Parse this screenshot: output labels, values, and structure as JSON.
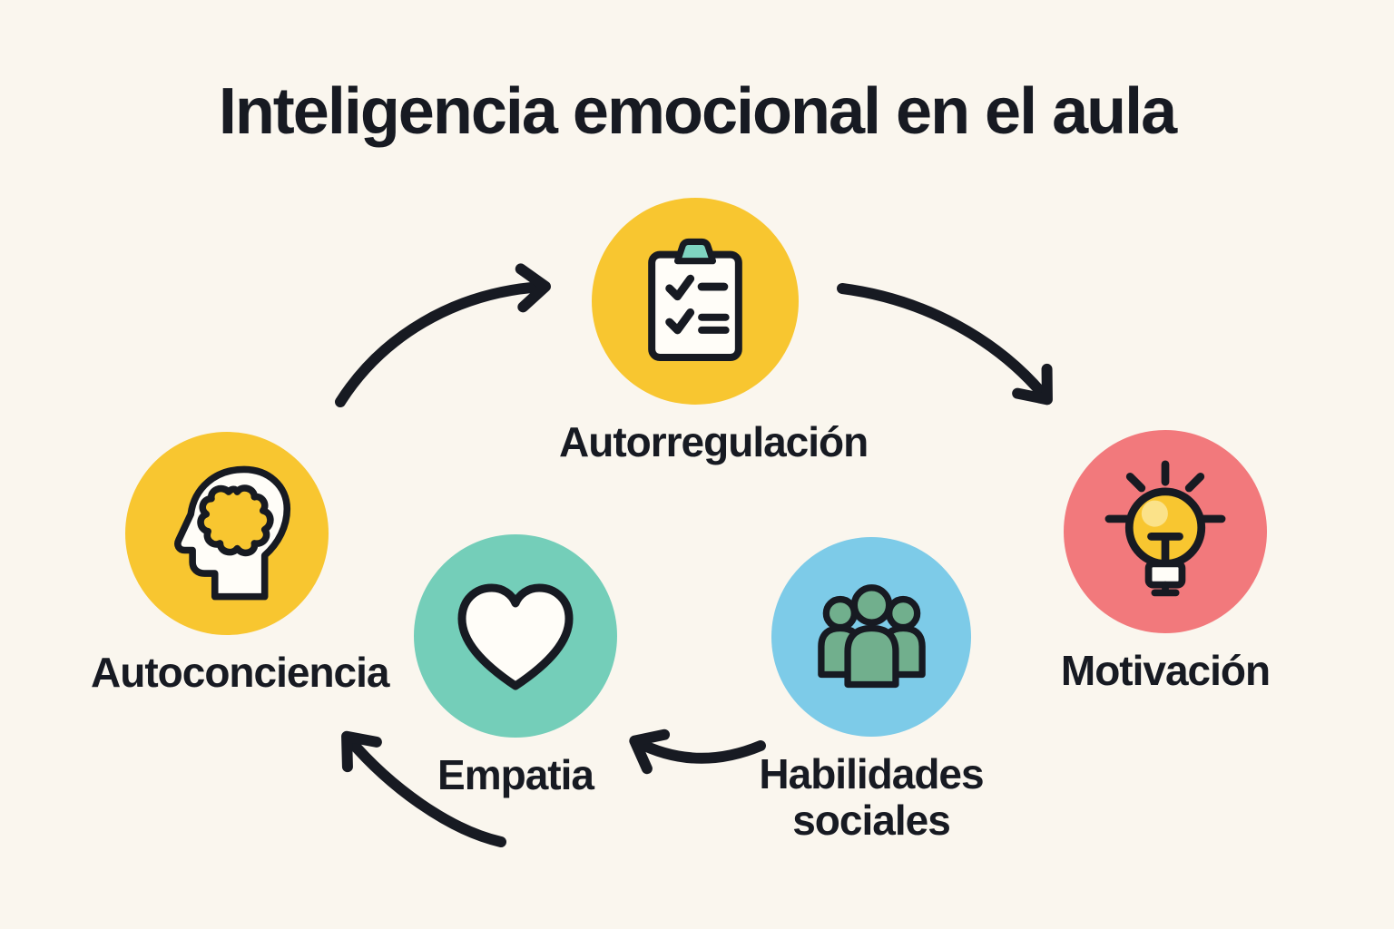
{
  "title": "Inteligencia emocional en el aula",
  "nodes": [
    {
      "id": "autoconciencia",
      "label": "Autoconciencia",
      "icon": "head-brain-icon",
      "color": "#F8C630"
    },
    {
      "id": "autorregulacion",
      "label": "Autorregulación",
      "icon": "clipboard-checklist-icon",
      "color": "#F8C630"
    },
    {
      "id": "empatia",
      "label": "Empatia",
      "icon": "heart-icon",
      "color": "#74CEB9"
    },
    {
      "id": "habilidades-sociales",
      "label": "Habilidades sociales",
      "icon": "people-group-icon",
      "color": "#7DCBE8"
    },
    {
      "id": "motivacion",
      "label": "Motivación",
      "icon": "lightbulb-icon",
      "color": "#F2797C"
    }
  ],
  "arrows": [
    {
      "from": "autoconciencia",
      "to": "autorregulacion"
    },
    {
      "from": "autorregulacion",
      "to": "motivacion"
    },
    {
      "from": "habilidades-sociales",
      "to": "empatia"
    },
    {
      "from": "empatia",
      "to": "autoconciencia"
    }
  ],
  "colors": {
    "background": "#FAF6EE",
    "text": "#171A22",
    "arrow": "#171A22",
    "yellow": "#F8C630",
    "red": "#F2797C",
    "blue": "#7DCBE8",
    "teal": "#74CEB9",
    "people_green": "#71AF8D",
    "clip_teal": "#7ED4C1",
    "bulb_highlight": "#FBE289",
    "icon_white": "#FFFDF8"
  }
}
